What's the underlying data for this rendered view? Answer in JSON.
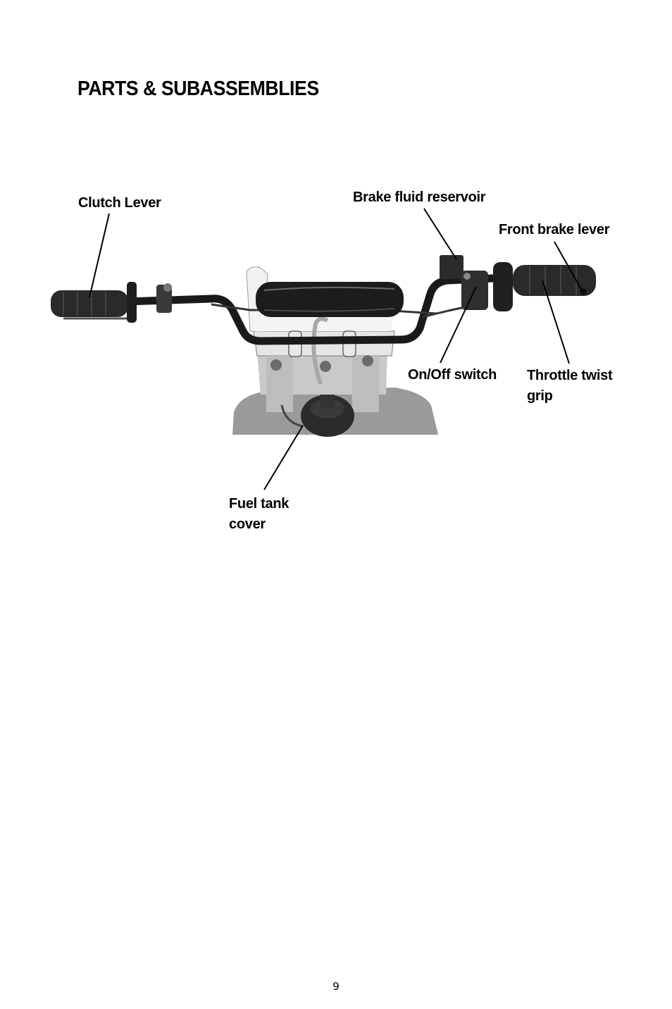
{
  "page": {
    "title": "PARTS & SUBASSEMBLIES",
    "page_number": "9"
  },
  "callouts": {
    "clutch_lever": "Clutch Lever",
    "brake_fluid_reservoir": "Brake fluid reservoir",
    "front_brake_lever": "Front brake lever",
    "on_off_switch": "On/Off switch",
    "throttle_line1": "Throttle twist",
    "throttle_line2": "grip",
    "fuel_line1": "Fuel tank",
    "fuel_line2": "cover"
  },
  "colors": {
    "text": "#000000",
    "grip": "#2a2a2a",
    "metal": "#d8d8d8",
    "frame": "#8a8a8a"
  }
}
